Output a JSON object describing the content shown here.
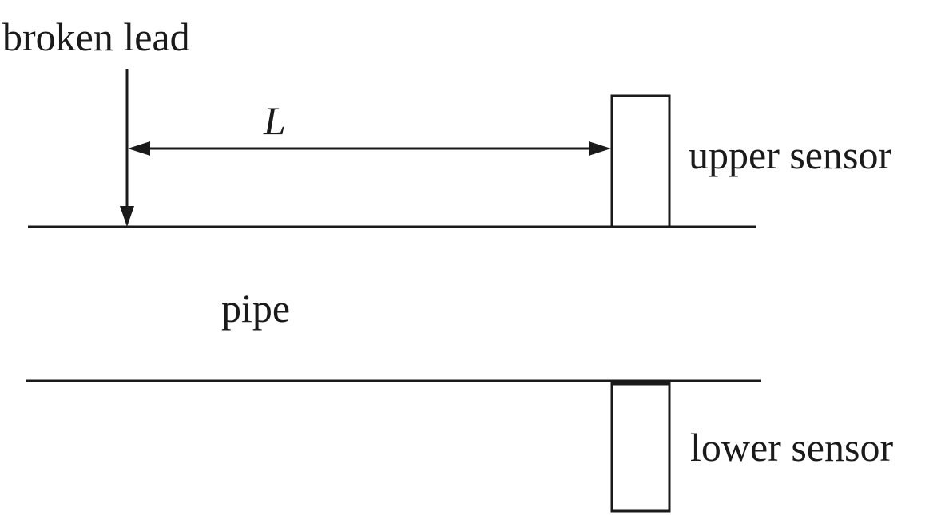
{
  "labels": {
    "broken_lead": "broken lead",
    "distance": "L",
    "upper_sensor": "upper sensor",
    "pipe": "pipe",
    "lower_sensor": "lower sensor"
  },
  "colors": {
    "ink": "#1a1a1a",
    "background": "#ffffff"
  }
}
